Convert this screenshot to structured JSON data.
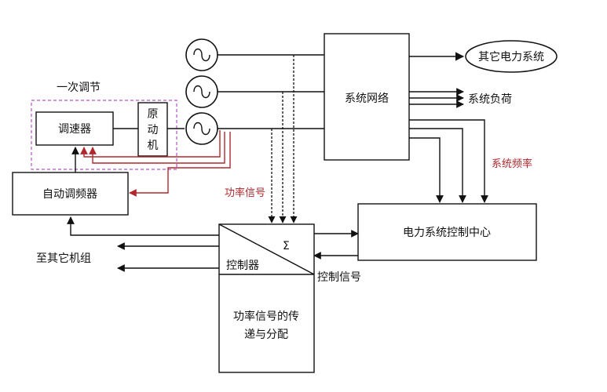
{
  "labels": {
    "primary_regulation": "一次调节",
    "governor": "调速器",
    "prime_mover": [
      "原",
      "动",
      "机"
    ],
    "auto_freq_regulator": "自动调频器",
    "power_signal": "功率信号",
    "system_network": "系统网络",
    "other_power_systems": "其它电力系统",
    "system_load": "系统负荷",
    "system_frequency": "系统频率",
    "dispatch_center": "电力系统控制中心",
    "sigma": "Σ",
    "controller": "控制器",
    "control_signal": "控制信号",
    "to_other_units": "至其它机组",
    "signal_distribution": [
      "功率信号的传",
      "递与分配"
    ]
  },
  "colors": {
    "line": "#111111",
    "red_feedback": "#b0282e",
    "dashed_frame": "#b455c9"
  }
}
